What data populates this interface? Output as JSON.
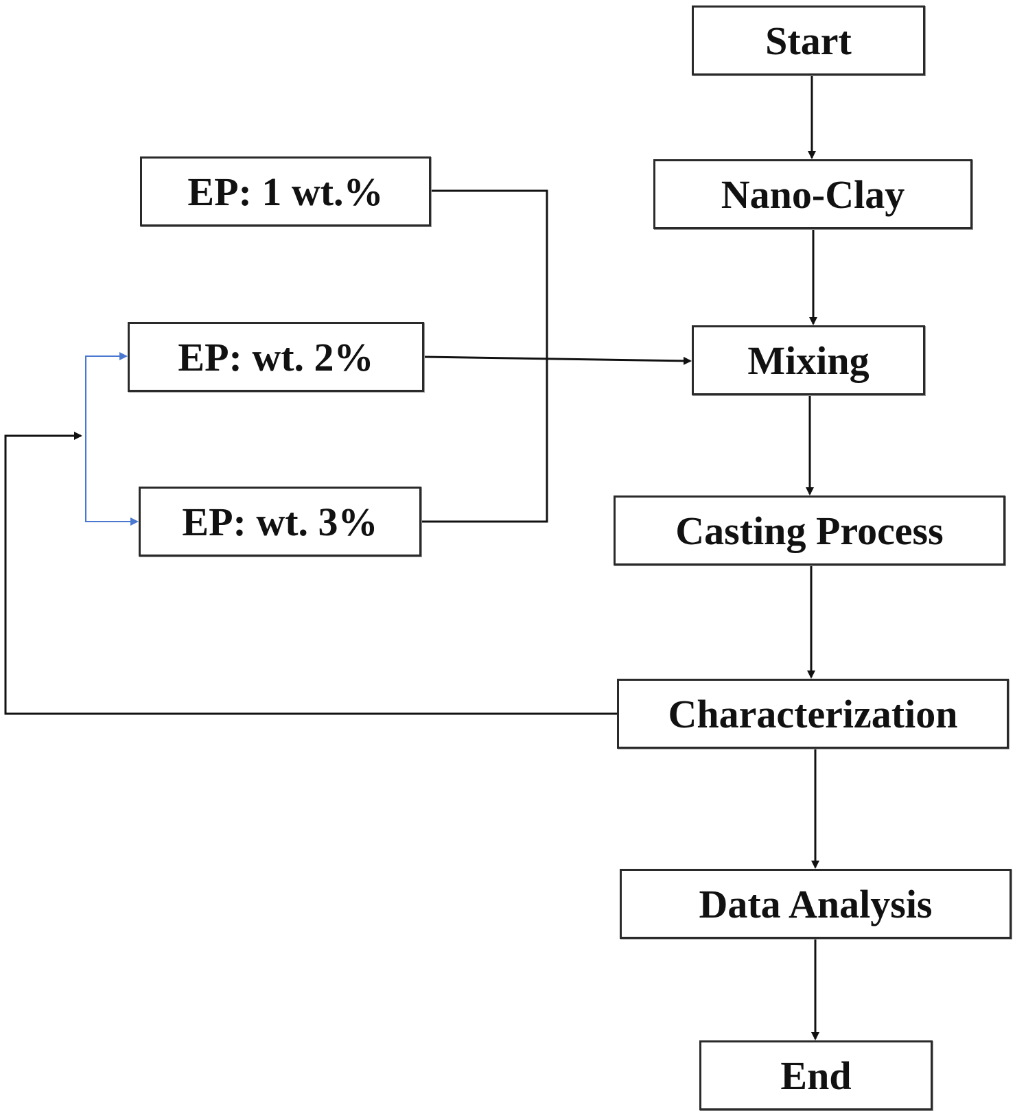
{
  "diagram": {
    "nodes": {
      "start": "Start",
      "nano_clay": "Nano-Clay",
      "mixing": "Mixing",
      "casting_process": "Casting Process",
      "characterization": "Characterization",
      "data_analysis": "Data Analysis",
      "end": "End",
      "ep_1": "EP: 1 wt.%",
      "ep_2": "EP: wt. 2%",
      "ep_3": "EP: wt. 3%"
    },
    "edges": [
      {
        "from": "start",
        "to": "nano_clay"
      },
      {
        "from": "nano_clay",
        "to": "mixing"
      },
      {
        "from": "ep_1",
        "to": "mixing"
      },
      {
        "from": "ep_2",
        "to": "mixing"
      },
      {
        "from": "ep_3",
        "to": "mixing"
      },
      {
        "from": "mixing",
        "to": "casting_process"
      },
      {
        "from": "casting_process",
        "to": "characterization"
      },
      {
        "from": "characterization",
        "to": "data_analysis"
      },
      {
        "from": "data_analysis",
        "to": "end"
      },
      {
        "from": "characterization",
        "to": "ep_2",
        "note": "feedback loop"
      },
      {
        "from": "characterization",
        "to": "ep_3",
        "note": "feedback loop"
      }
    ],
    "colors": {
      "line": "#111111",
      "feedback_branch": "#4a78d0",
      "box_border": "#2a2a2a"
    }
  }
}
